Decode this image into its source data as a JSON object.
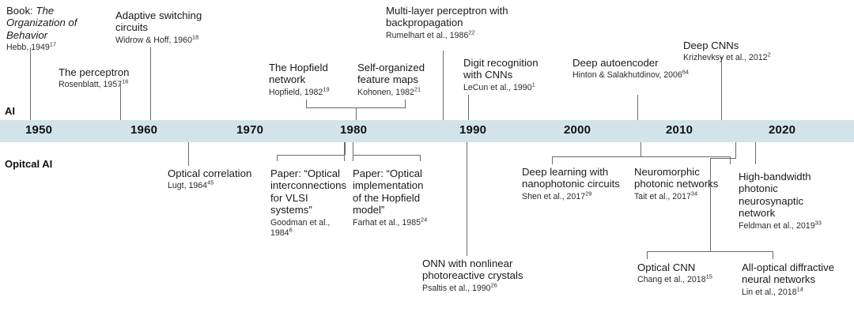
{
  "figure": {
    "type": "timeline",
    "rows": [
      {
        "key": "ai",
        "label": "AI"
      },
      {
        "key": "oai",
        "label": "Opitcal AI"
      }
    ],
    "axis": {
      "bar_color": "#d2e4ea",
      "ticks": [
        "1950",
        "1960",
        "1970",
        "1980",
        "1990",
        "2000",
        "2010",
        "2020"
      ],
      "range": [
        1945,
        2025
      ]
    }
  },
  "ai_events": [
    {
      "id": "hebb",
      "title_pre": "Book: ",
      "title_italic": "The Organization of Behavior",
      "title": "Book: The Organization of Behavior",
      "cite": "Hebb, 1949",
      "ref": "17",
      "year": 1949
    },
    {
      "id": "widrow",
      "title": "Adaptive switching circuits",
      "cite": "Widrow & Hoff, 1960",
      "ref": "18",
      "year": 1960
    },
    {
      "id": "rosenblatt",
      "title": "The perceptron",
      "cite": "Rosenblatt, 1957",
      "ref": "16",
      "year": 1957
    },
    {
      "id": "hopfield",
      "title": "The Hopfield network",
      "cite": "Hopfield, 1982",
      "ref": "19",
      "year": 1982
    },
    {
      "id": "kohonen",
      "title": "Self-organized feature maps",
      "cite": "Kohonen, 1982",
      "ref": "21",
      "year": 1982
    },
    {
      "id": "rumelhart",
      "title": "Multi-layer perceptron with backpropagation",
      "cite": "Rumelhart et al., 1986",
      "ref": "22",
      "year": 1986
    },
    {
      "id": "lecun",
      "title": "Digit recognition with CNNs",
      "cite": "LeCun et al., 1990",
      "ref": "1",
      "year": 1990
    },
    {
      "id": "hinton",
      "title": "Deep autoencoder",
      "cite": "Hinton & Salakhutdinov, 2006",
      "ref": "64",
      "year": 2006
    },
    {
      "id": "krizhevsky",
      "title": "Deep CNNs",
      "cite": "Krizhevksy et al., 2012",
      "ref": "2",
      "year": 2012
    }
  ],
  "optical_events": [
    {
      "id": "lugt",
      "title": "Optical correlation",
      "cite": "Lugt, 1964",
      "ref": "45",
      "year": 1964
    },
    {
      "id": "goodman",
      "title": "Paper: “Optical interconnections for VLSI systems”",
      "cite": "Goodman et al., 1984",
      "ref": "6",
      "year": 1984
    },
    {
      "id": "farhat",
      "title": "Paper: “Optical implementation of the Hopfield model”",
      "cite": "Farhat et al., 1985",
      "ref": "24",
      "year": 1985
    },
    {
      "id": "psaltis",
      "title": "ONN with nonlinear photoreactive crystals",
      "cite": "Psaltis et al., 1990",
      "ref": "26",
      "year": 1990
    },
    {
      "id": "shen",
      "title": "Deep learning with nanophotonic circuits",
      "cite": "Shen et al., 2017",
      "ref": "29",
      "year": 2017
    },
    {
      "id": "tait",
      "title": "Neuromorphic photonic networks",
      "cite": "Tait et al., 2017",
      "ref": "34",
      "year": 2017
    },
    {
      "id": "feldman",
      "title": "High-bandwidth photonic neurosynaptic network",
      "cite": "Feldman et al., 2019",
      "ref": "33",
      "year": 2019
    },
    {
      "id": "chang",
      "title": "Optical CNN",
      "cite": "Chang et al., 2018",
      "ref": "15",
      "year": 2018
    },
    {
      "id": "lin",
      "title": "All-optical diffractive neural networks",
      "cite": "Lin et al., 2018",
      "ref": "14",
      "year": 2018
    }
  ]
}
